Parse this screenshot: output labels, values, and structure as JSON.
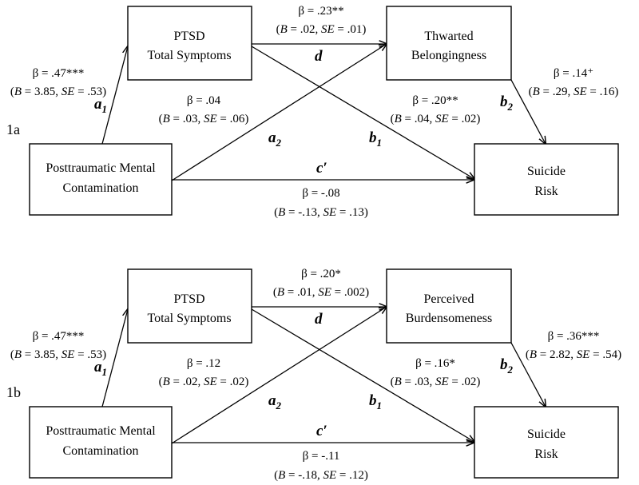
{
  "panels": [
    {
      "id": "1a",
      "label": "1a",
      "boxes": {
        "x_line1": "Posttraumatic Mental",
        "x_line2": "Contamination",
        "m1_line1": "PTSD",
        "m1_line2": "Total Symptoms",
        "m2_line1": "Thwarted",
        "m2_line2": "Belongingness",
        "y_line1": "Suicide",
        "y_line2": "Risk"
      },
      "paths": {
        "a1": {
          "beta": "β = .47***",
          "B": "3.85",
          "SE": ".53"
        },
        "a2": {
          "beta": "β = .04",
          "B": ".03",
          "SE": ".06"
        },
        "d": {
          "beta": "β = .23**",
          "B": ".02",
          "SE": ".01"
        },
        "b1": {
          "beta": "β = .20**",
          "B": ".04",
          "SE": ".02"
        },
        "b2": {
          "beta": "β = .14⁺",
          "B": ".29",
          "SE": ".16"
        },
        "c": {
          "beta": "β = -.08",
          "B": "-.13",
          "SE": ".13"
        }
      }
    },
    {
      "id": "1b",
      "label": "1b",
      "boxes": {
        "x_line1": "Posttraumatic Mental",
        "x_line2": "Contamination",
        "m1_line1": "PTSD",
        "m1_line2": "Total Symptoms",
        "m2_line1": "Perceived",
        "m2_line2": "Burdensomeness",
        "y_line1": "Suicide",
        "y_line2": "Risk"
      },
      "paths": {
        "a1": {
          "beta": "β = .47***",
          "B": "3.85",
          "SE": ".53"
        },
        "a2": {
          "beta": "β = .12",
          "B": ".02",
          "SE": ".02"
        },
        "d": {
          "beta": "β = .20*",
          "B": ".01",
          "SE": ".002"
        },
        "b1": {
          "beta": "β = .16*",
          "B": ".03",
          "SE": ".02"
        },
        "b2": {
          "beta": "β = .36***",
          "B": "2.82",
          "SE": ".54"
        },
        "c": {
          "beta": "β = -.11",
          "B": "-.18",
          "SE": ".12"
        }
      }
    }
  ],
  "path_labels": {
    "a": "a",
    "b": "b",
    "c": "c′",
    "d": "d",
    "sub1": "1",
    "sub2": "2"
  },
  "stat_terms": {
    "B": "B",
    "SE": "SE",
    "eq": " = ",
    "open": "(",
    "sep": ", ",
    "close": ")"
  }
}
